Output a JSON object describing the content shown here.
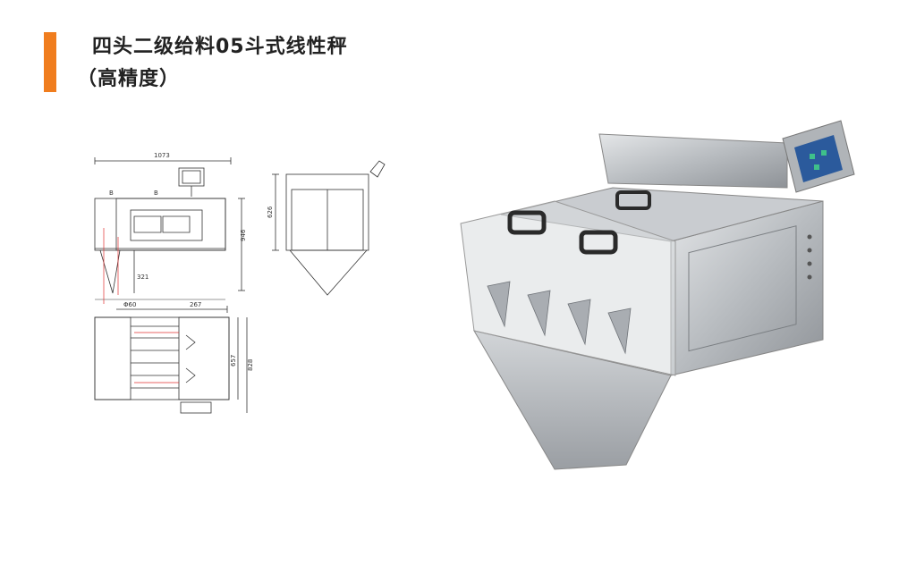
{
  "header": {
    "title": "四头二级给料05斗式线性秤",
    "subtitle": "（高精度）",
    "accent_color": "#f07d1e"
  },
  "drawing": {
    "dim_width_top": "1073",
    "dim_height_side": "946",
    "dim_height_end": "626",
    "dim_hopper": "321",
    "dim_outlet": "Φ60",
    "dim_plan_width": "267",
    "dim_plan_inner": "657",
    "dim_plan_outer": "828",
    "marker_letter": "B"
  }
}
